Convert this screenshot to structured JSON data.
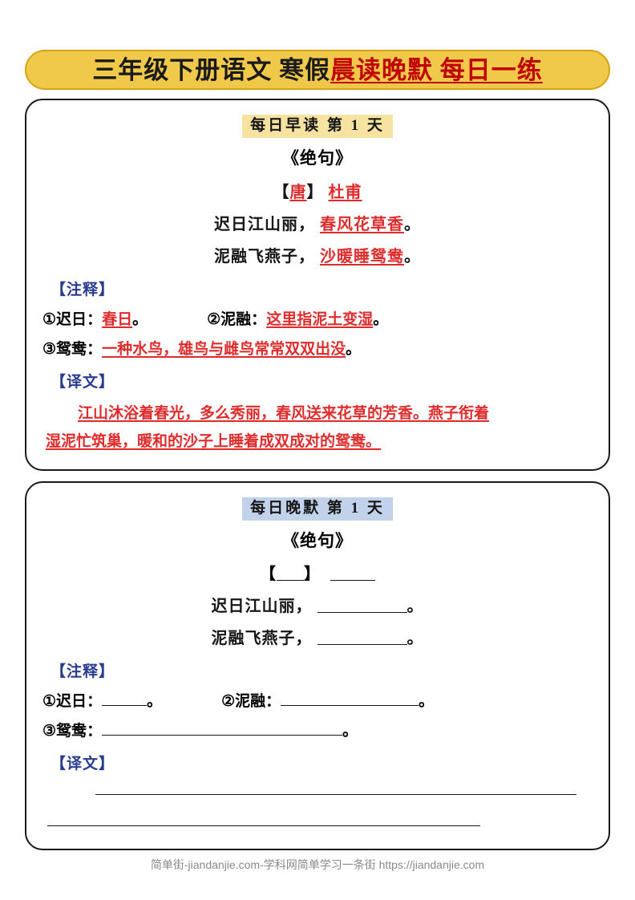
{
  "title": {
    "black_part": "三年级下册语文  寒假",
    "red_part": "晨读晚默 每日一练",
    "banner_bg": "#F0C84A",
    "banner_border": "#D6A413",
    "red_color": "#C00000"
  },
  "morning": {
    "header": "每日早读  第 1 天",
    "header_bg": "#F7E3A1",
    "poem_title": "《绝句》",
    "author_bracket_open": "【",
    "author_dynasty": "唐",
    "author_bracket_close": "】",
    "author_name": "杜甫",
    "line1_black": "迟日江山丽，",
    "line1_red": "春风花草香",
    "line1_end": "。",
    "line2_black": "泥融飞燕子，",
    "line2_red": "沙暖睡鸳鸯",
    "line2_end": "。",
    "notes_label": "【注释】",
    "notes": [
      {
        "num": "①",
        "term": "迟日",
        "colon": "：",
        "answer": "春日",
        "end": "。"
      },
      {
        "num": "②",
        "term": "泥融",
        "colon": "：",
        "answer": "这里指泥土变湿",
        "end": "。"
      },
      {
        "num": "③",
        "term": "鸳鸯",
        "colon": "：",
        "answer": "一种水鸟，雄鸟与雌鸟常常双双出没",
        "end": "。"
      }
    ],
    "translation_label": "【译文】",
    "translation_line1": "江山沐浴着春光，多么秀丽，春风送来花草的芳香。燕子衔着",
    "translation_line2": "湿泥忙筑巢，暖和的沙子上睡着成双成对的鸳鸯。",
    "answer_color": "#DE2C2C",
    "label_color": "#2A3C8F"
  },
  "evening": {
    "header": "每日晚默  第 1 天",
    "header_bg": "#C3D2EB",
    "poem_title": "《绝句》",
    "author_bracket_open": "【",
    "author_bracket_close": "】",
    "line1_black": "迟日江山丽，",
    "line1_end": "。",
    "line2_black": "泥融飞燕子，",
    "line2_end": "。",
    "notes_label": "【注释】",
    "notes": [
      {
        "num": "①",
        "term": "迟日",
        "colon": "：",
        "end": "。"
      },
      {
        "num": "②",
        "term": "泥融",
        "colon": "：",
        "end": "。"
      },
      {
        "num": "③",
        "term": "鸳鸯",
        "colon": "：",
        "end": "。"
      }
    ],
    "translation_label": "【译文】"
  },
  "footer": {
    "text": "简单街-jiandanjie.com-学科网简单学习一条街 https://jiandanjie.com"
  }
}
